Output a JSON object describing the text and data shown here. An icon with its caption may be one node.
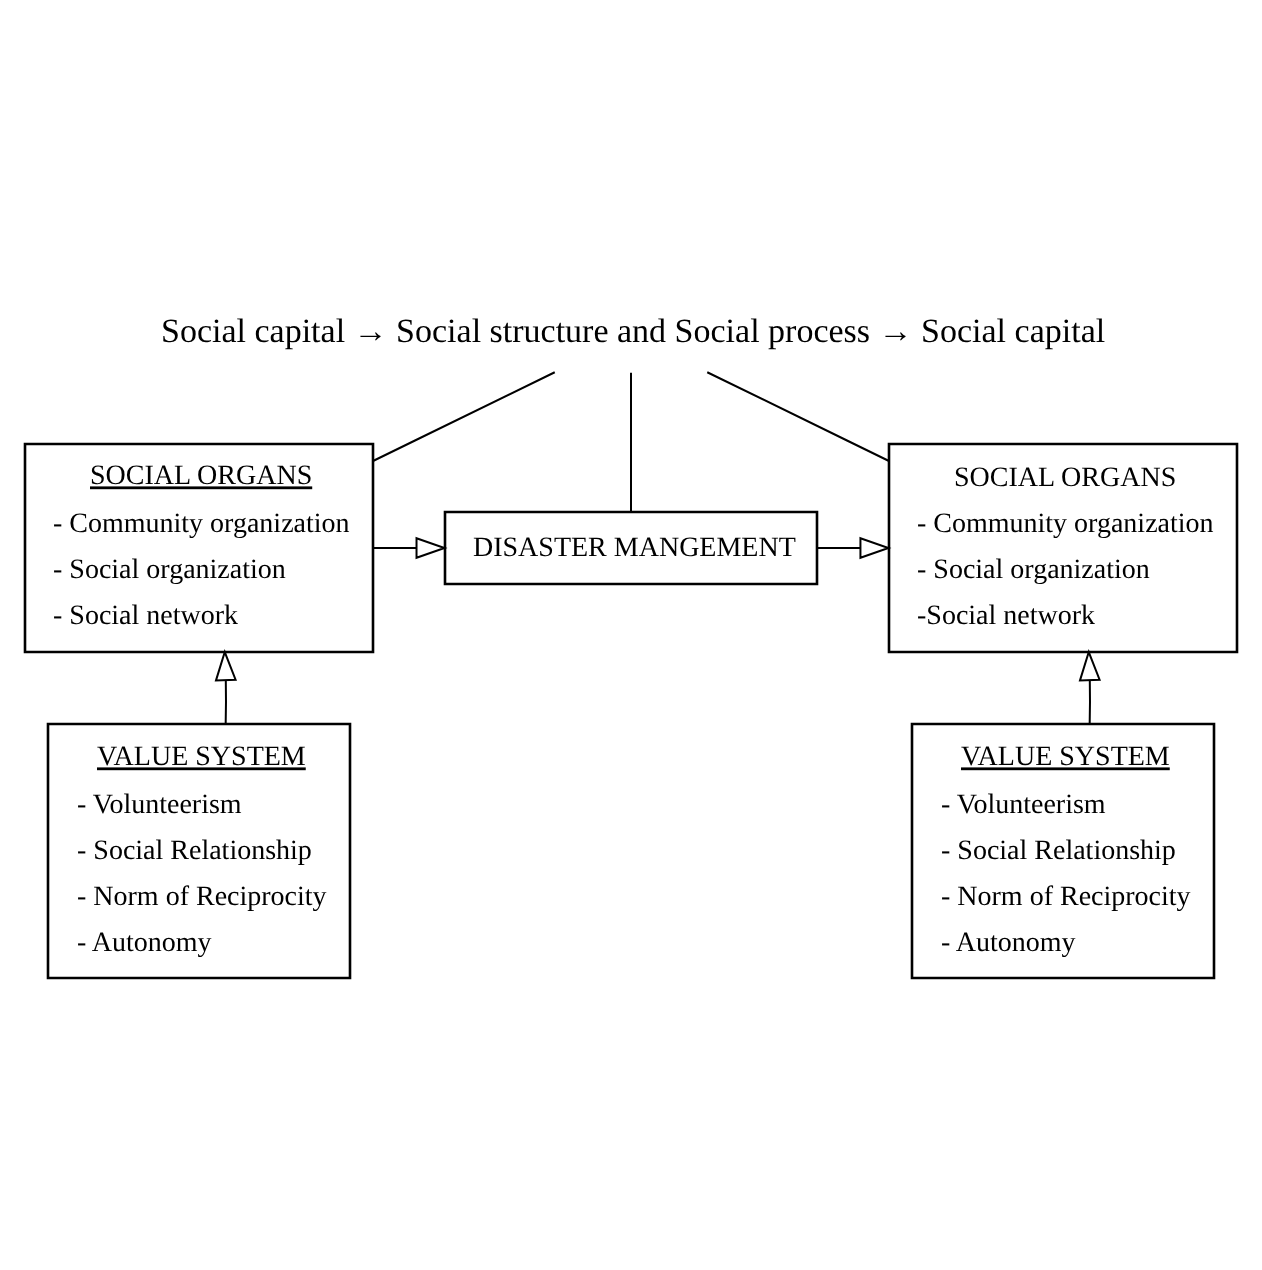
{
  "diagram": {
    "nodes": [
      {
        "text": [
          "Social capital → Social structure and Social process → Social capital"
        ]
      },
      {
        "text": [
          "SOCIAL ORGANS",
          "- Community organization",
          "- Social organization",
          "- Social network"
        ]
      },
      {
        "text": [
          "DISASTER MANGEMENT"
        ]
      },
      {
        "text": [
          "SOCIAL ORGANS",
          "- Community organization",
          "- Social organization",
          "-Social network"
        ]
      },
      {
        "text": [
          "VALUE SYSTEM",
          "- Volunteerism",
          "- Social Relationship",
          "- Norm of Reciprocity",
          "- Autonomy"
        ]
      },
      {
        "text": [
          "VALUE SYSTEM",
          "- Volunteerism",
          "- Social Relationship",
          "- Norm of Reciprocity",
          "- Autonomy"
        ]
      }
    ],
    "edges": [
      {
        "from": 0,
        "to": 1,
        "arrow": "none"
      },
      {
        "from": 0,
        "to": 2,
        "arrow": "none"
      },
      {
        "from": 0,
        "to": 3,
        "arrow": "none"
      },
      {
        "from": 1,
        "to": 2,
        "arrow": "to"
      },
      {
        "from": 2,
        "to": 3,
        "arrow": "to"
      },
      {
        "from": 4,
        "to": 1,
        "arrow": "to"
      },
      {
        "from": 5,
        "to": 3,
        "arrow": "to"
      }
    ]
  }
}
